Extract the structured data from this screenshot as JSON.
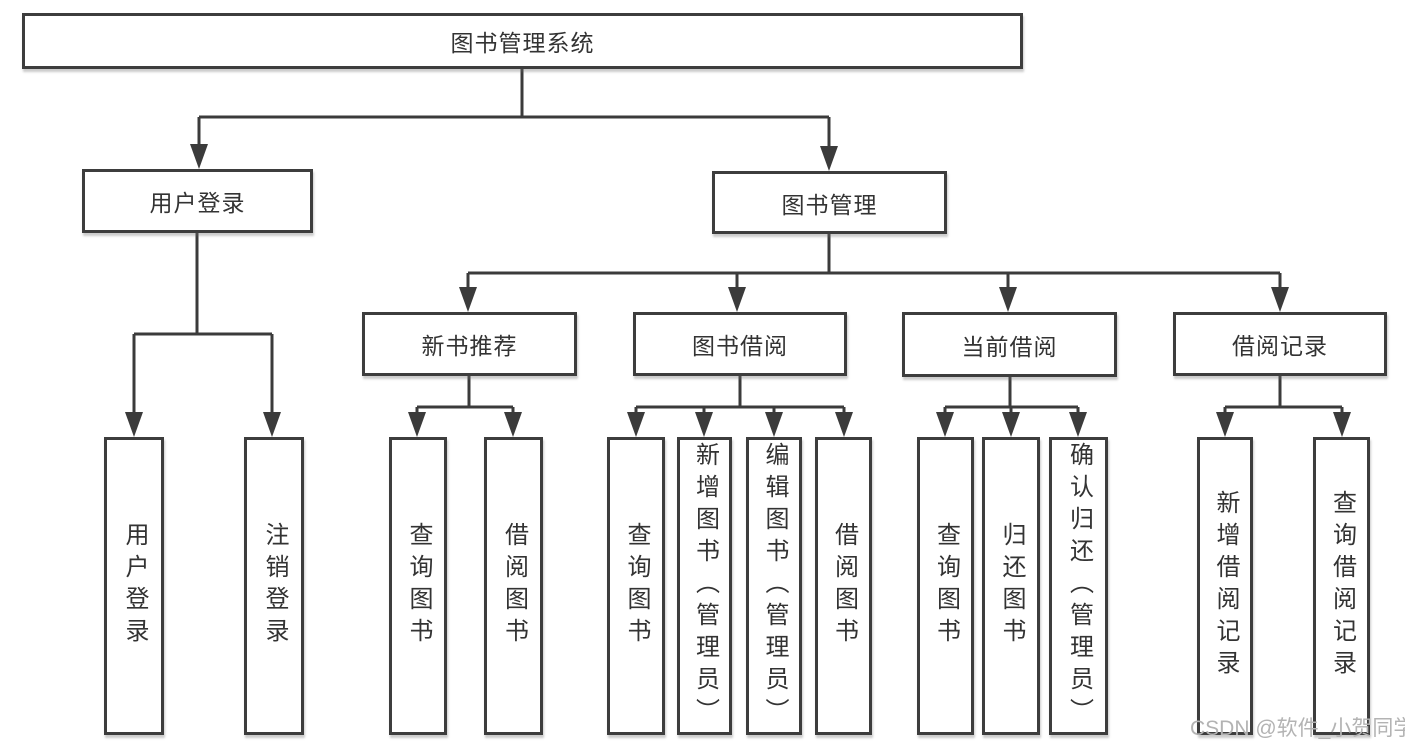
{
  "diagram": {
    "root": {
      "label": "图书管理系统"
    },
    "branches": [
      {
        "label": "用户登录",
        "children": [
          {
            "label": "用户登录"
          },
          {
            "label": "注销登录"
          }
        ]
      },
      {
        "label": "图书管理",
        "children": [
          {
            "label": "新书推荐",
            "children": [
              {
                "label": "查询图书"
              },
              {
                "label": "借阅图书"
              }
            ]
          },
          {
            "label": "图书借阅",
            "children": [
              {
                "label": "查询图书"
              },
              {
                "label": "新增图书（管理员）"
              },
              {
                "label": "编辑图书（管理员）"
              },
              {
                "label": "借阅图书"
              }
            ]
          },
          {
            "label": "当前借阅",
            "children": [
              {
                "label": "查询图书"
              },
              {
                "label": "归还图书"
              },
              {
                "label": "确认归还（管理员）"
              }
            ]
          },
          {
            "label": "借阅记录",
            "children": [
              {
                "label": "新增借阅记录"
              },
              {
                "label": "查询借阅记录"
              }
            ]
          }
        ]
      }
    ]
  },
  "watermark": "CSDN @软件_小贺同学",
  "colors": {
    "line": "#3b3b3b",
    "border": "#3d3d3d",
    "text": "#333333",
    "background": "#ffffff",
    "watermark": "#b3b3b3"
  }
}
